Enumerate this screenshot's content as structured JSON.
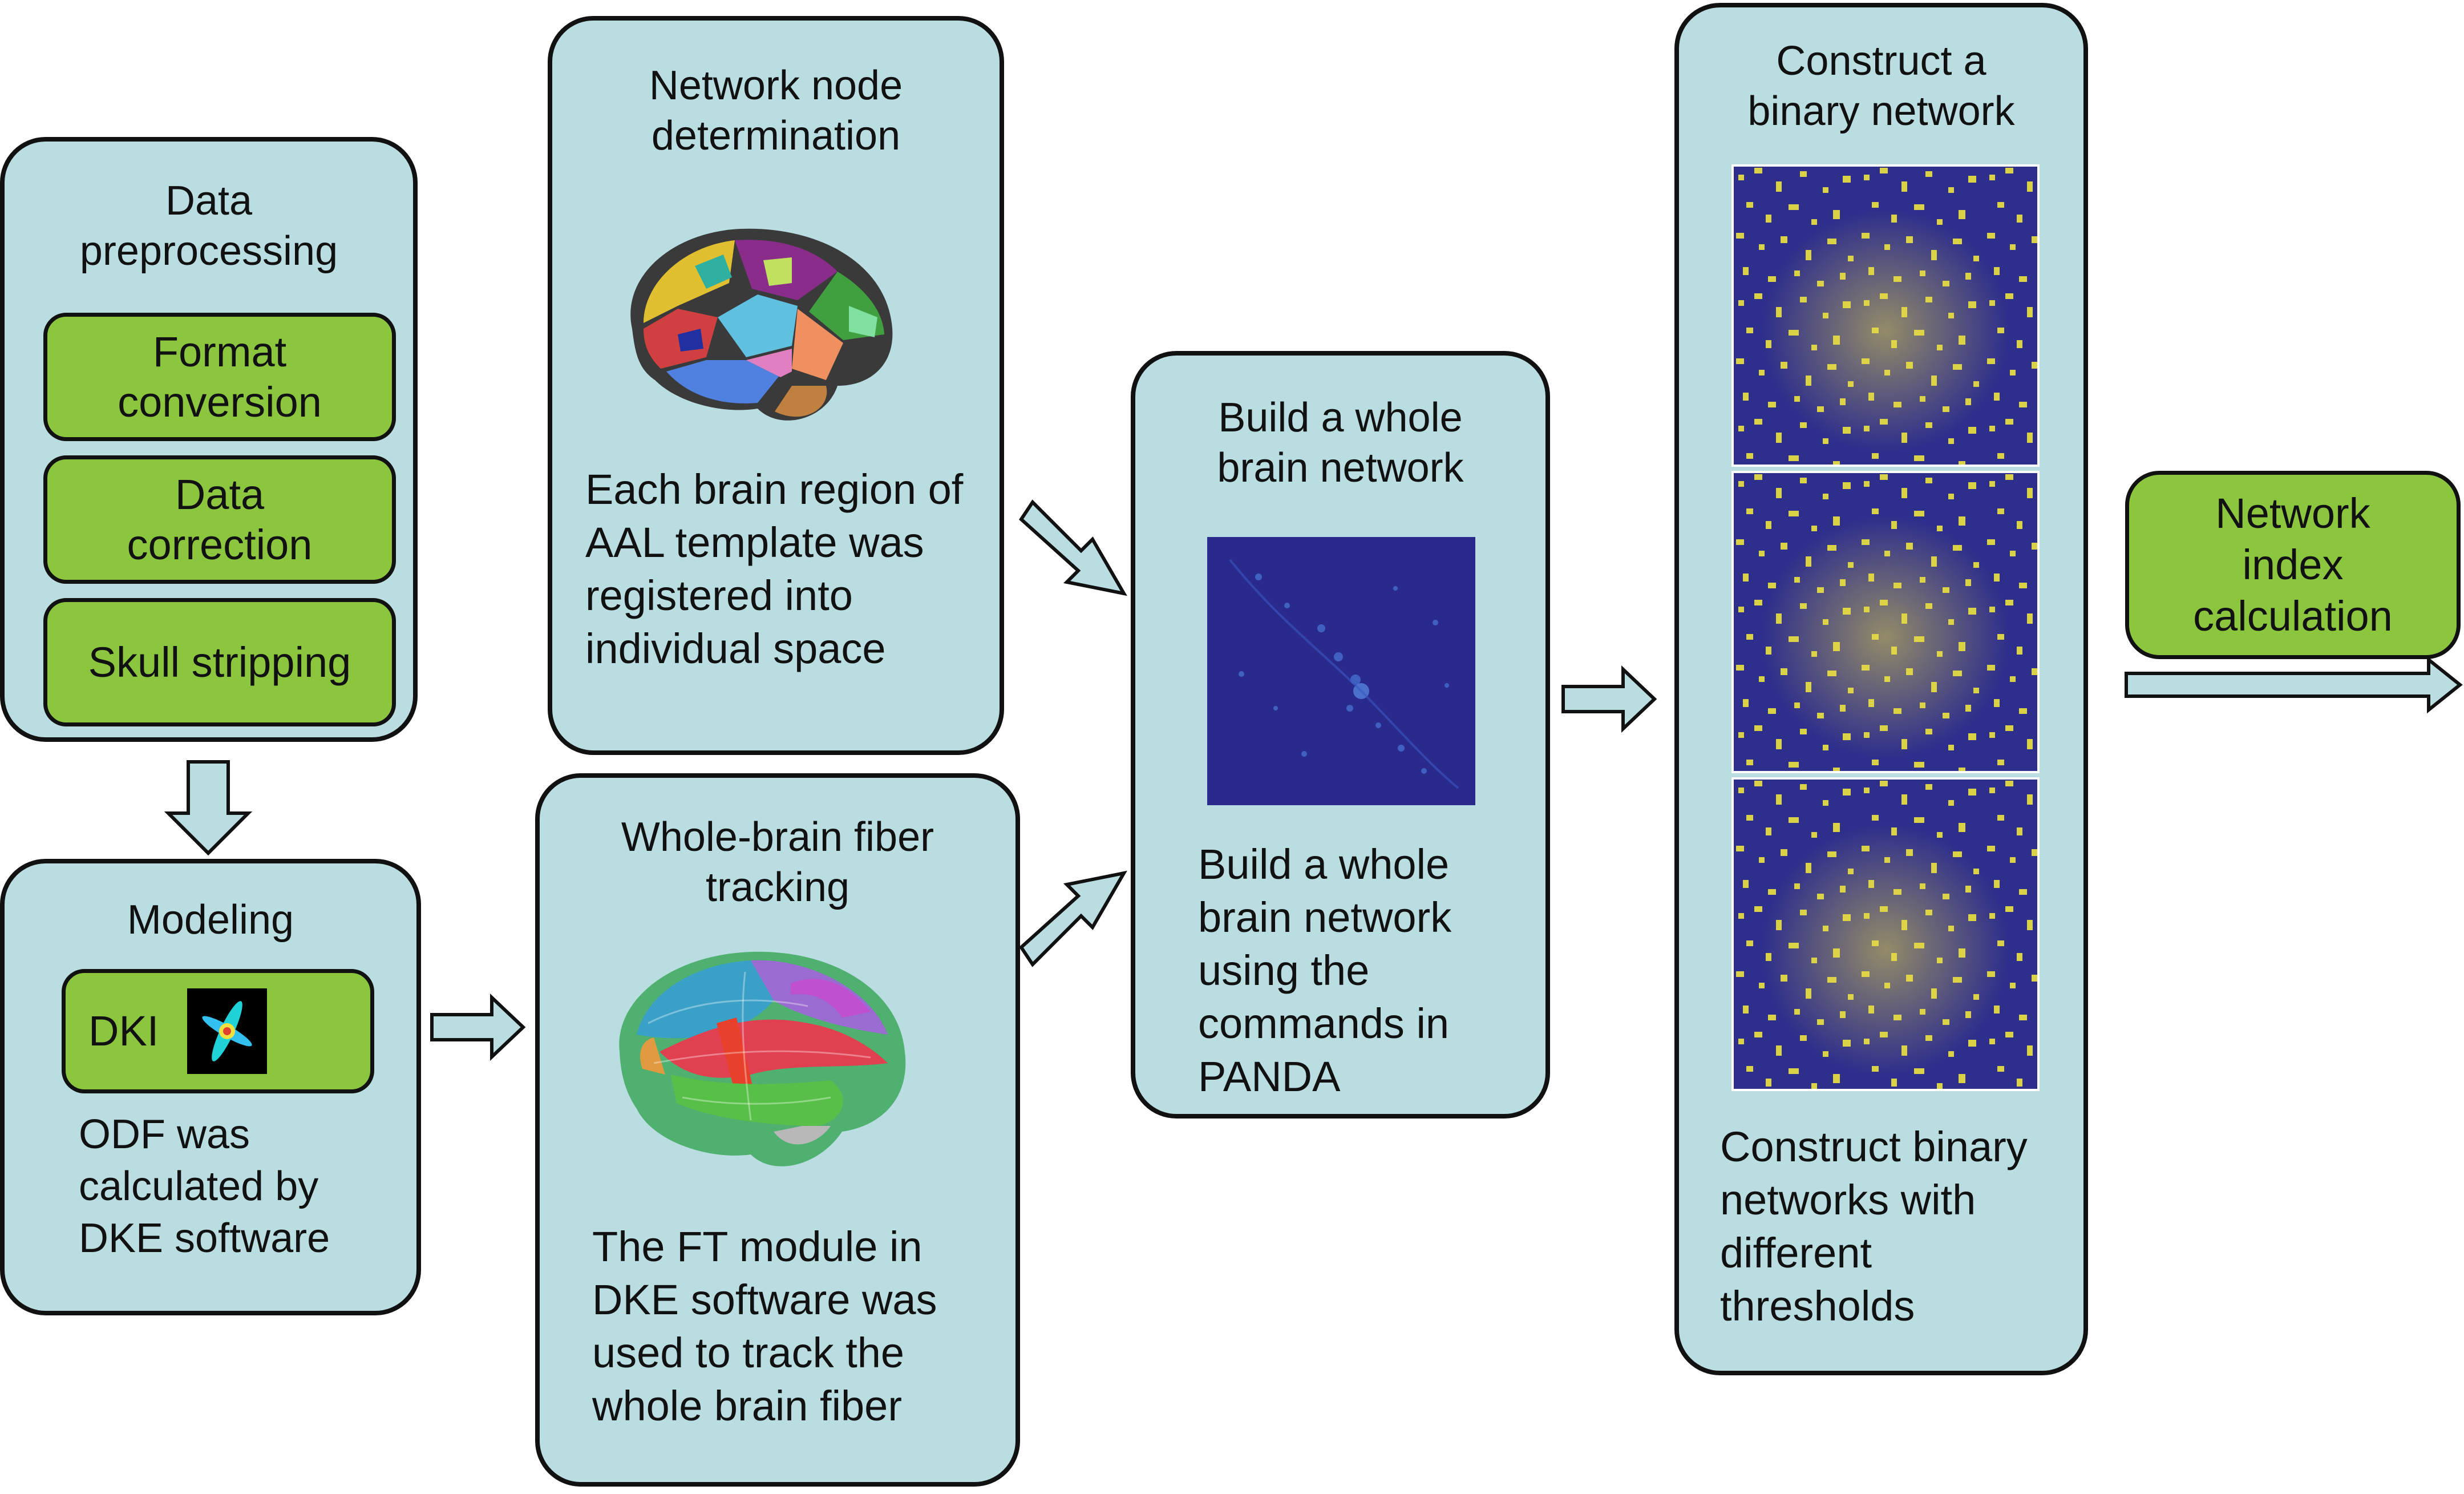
{
  "preprocessing": {
    "title": "Data\npreprocessing",
    "steps": [
      "Format\nconversion",
      "Data\ncorrection",
      "Skull stripping"
    ]
  },
  "modeling": {
    "title": "Modeling",
    "dki_label": "DKI",
    "text": "ODF was\ncalculated by\nDKE software"
  },
  "node_determination": {
    "title": "Network node\ndetermination",
    "text": "Each brain region of\nAAL template was\nregistered into\nindividual space"
  },
  "fiber_tracking": {
    "title": "Whole-brain fiber\ntracking",
    "text": "The FT module in\nDKE software was\nused to track the\nwhole brain fiber"
  },
  "whole_brain_network": {
    "title": "Build a whole\nbrain network",
    "text": "Build a whole\nbrain network\nusing the\ncommands in\nPANDA"
  },
  "binary_network": {
    "title": "Construct a\nbinary network",
    "text": "Construct binary\nnetworks with\ndifferent\nthresholds"
  },
  "index_calculation": {
    "label": "Network\nindex\ncalculation"
  },
  "colors": {
    "panel": "#b9dde0",
    "step": "#8cc63f",
    "matrix_bg": "#2e2e8c",
    "matrix_dot": "#d8d244"
  }
}
